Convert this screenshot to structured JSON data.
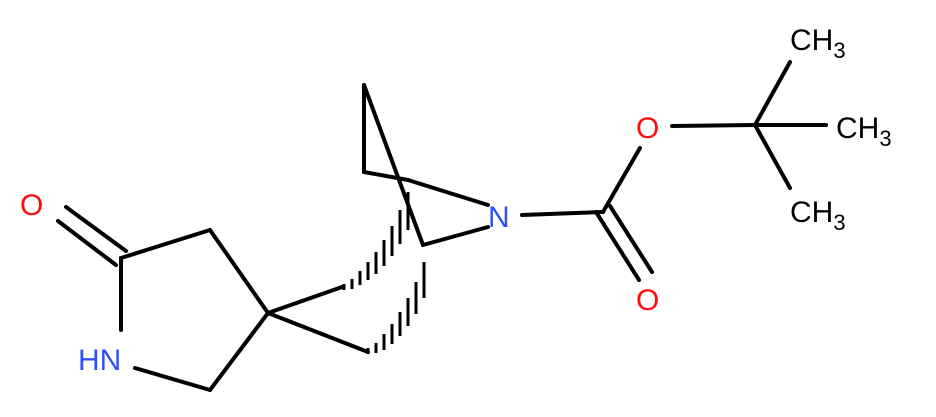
{
  "atoms": {
    "carbonyl_oxygen_lactam": {
      "symbol": "O",
      "color": "#ff0d0d"
    },
    "lactam_nh": {
      "symbol": "HN",
      "color": "#3050f8"
    },
    "bridge_nitrogen": {
      "symbol": "N",
      "color": "#3050f8"
    },
    "ester_oxygen": {
      "symbol": "O",
      "color": "#ff0d0d"
    },
    "carbonyl_oxygen_ester": {
      "symbol": "O",
      "color": "#ff0d0d"
    },
    "methyl_top": {
      "symbol": "CH",
      "subscript": "3"
    },
    "methyl_middle": {
      "symbol": "CH",
      "subscript": "3"
    },
    "methyl_bottom": {
      "symbol": "CH",
      "subscript": "3"
    }
  }
}
